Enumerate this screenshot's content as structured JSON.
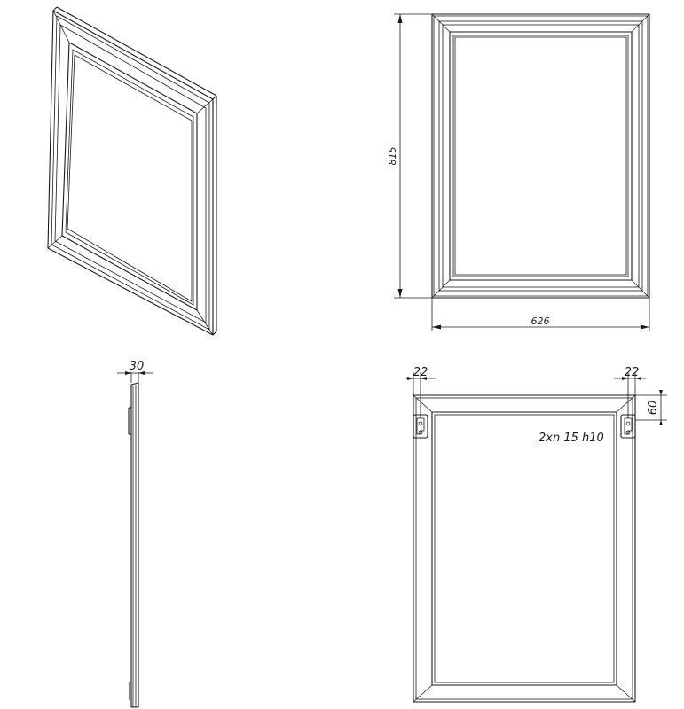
{
  "dimensions": {
    "height": "815",
    "width": "626",
    "depth": "30",
    "hanger_offset_left": "22",
    "hanger_offset_right": "22",
    "hanger_offset_top": "60"
  },
  "note": "2xn 15 h10"
}
